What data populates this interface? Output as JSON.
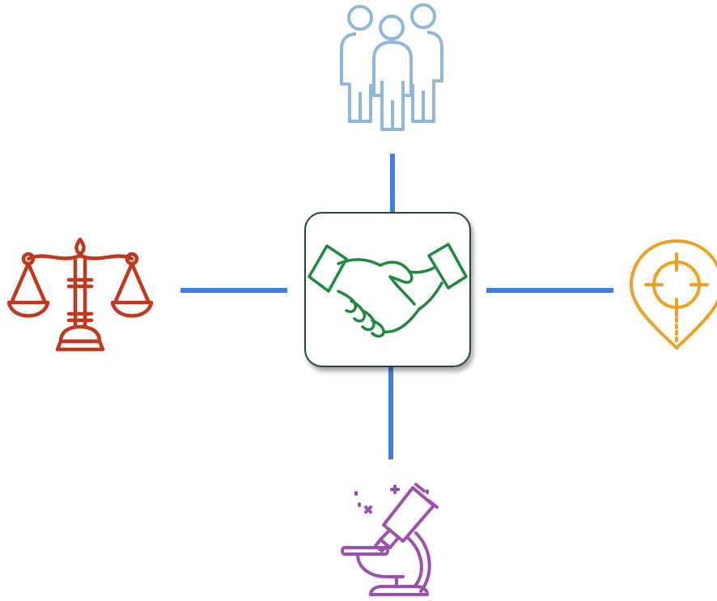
{
  "diagram": {
    "connector_color": "#3f7fe0",
    "center": {
      "icon": "handshake-icon",
      "icon_color": "#1e8a3c",
      "border_color": "#1f4a2e"
    },
    "nodes": [
      {
        "position": "top",
        "icon": "people-icon",
        "color": "#8fb6dd"
      },
      {
        "position": "left",
        "icon": "scales-icon",
        "color": "#c0391f"
      },
      {
        "position": "right",
        "icon": "location-icon",
        "color": "#f0a020"
      },
      {
        "position": "bottom",
        "icon": "microscope-icon",
        "color": "#9b4fb0"
      }
    ]
  }
}
